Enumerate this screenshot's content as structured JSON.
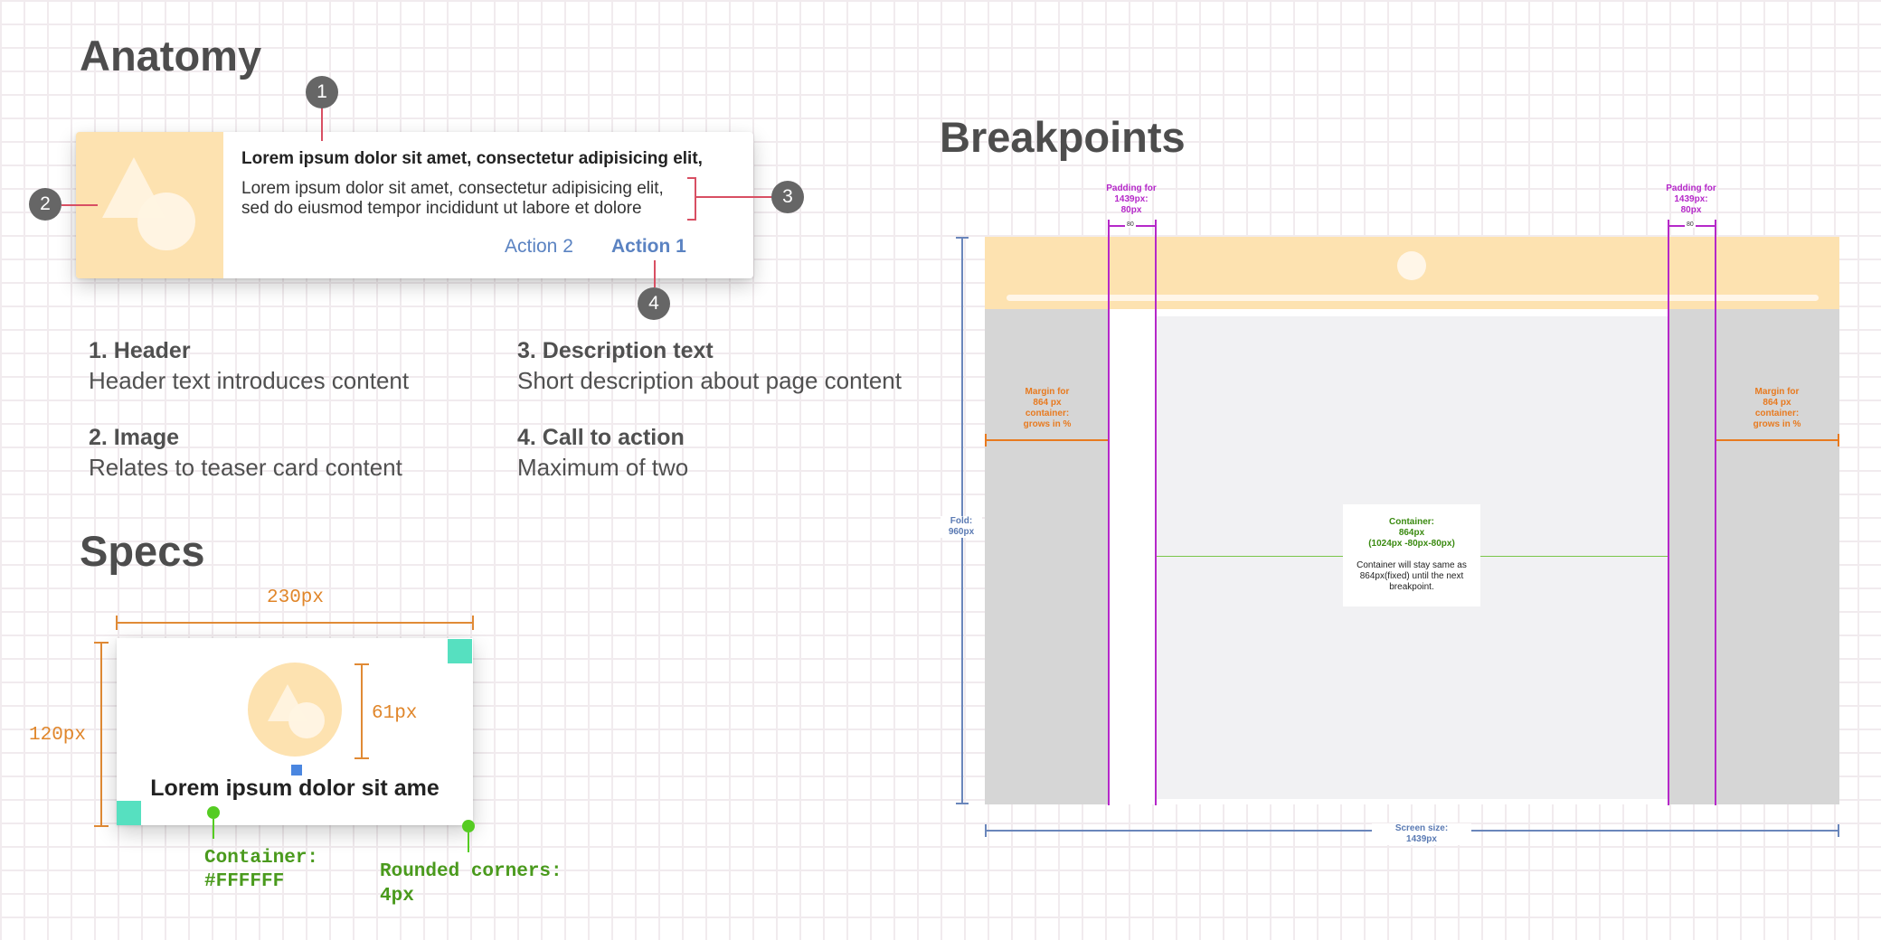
{
  "anatomy": {
    "title": "Anatomy",
    "card": {
      "header": "Lorem ipsum dolor sit amet, consectetur adipisicing elit,",
      "description": "Lorem ipsum dolor sit amet, consectetur adipisicing elit, sed do eiusmod tempor incididunt ut labore et dolore",
      "action_2": "Action 2",
      "action_1": "Action 1"
    },
    "badges": [
      "1",
      "2",
      "3",
      "4"
    ],
    "legend": [
      {
        "title": "1. Header",
        "desc": "Header text introduces content"
      },
      {
        "title": "2. Image",
        "desc": "Relates to teaser card content"
      },
      {
        "title": "3. Description text",
        "desc": "Short description about page content"
      },
      {
        "title": "4. Call to action",
        "desc": "Maximum of two"
      }
    ]
  },
  "specs": {
    "title": "Specs",
    "width_label": "230px",
    "height_label": "120px",
    "image_label": "61px",
    "card_text": "Lorem ipsum dolor sit ame",
    "container_label": "Container:",
    "container_value": "#FFFFFF",
    "corners_label": "Rounded corners:",
    "corners_value": "4px"
  },
  "breakpoints": {
    "title": "Breakpoints",
    "padding_left": "Padding for\n1439px:\n80px",
    "padding_right": "Padding for\n1439px:\n80px",
    "padding_tick": "80",
    "margin_left": "Margin for\n864 px\ncontainer:\ngrows in %",
    "margin_right": "Margin for\n864 px\ncontainer:\ngrows in %",
    "fold": "Fold:\n960px",
    "container_title": "Container:\n864px\n(1024px -80px-80px)",
    "container_note": "Container will stay same as 864px(fixed) until the next breakpoint.",
    "screen_size": "Screen size:\n1439px"
  },
  "colors": {
    "accent_orange": "#e08a35",
    "pin_red": "#d84f63",
    "action_blue": "#5b83c2",
    "spec_green": "#4a9a1d",
    "padding_purple": "#b528c9",
    "image_peach": "#fde2b0",
    "handle_teal": "#56e0c0"
  }
}
